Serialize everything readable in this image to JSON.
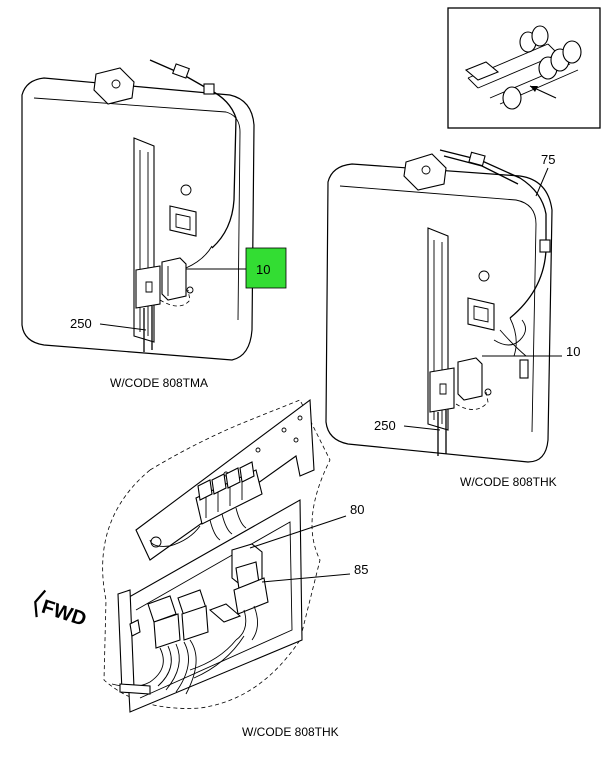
{
  "diagram": {
    "callouts": {
      "top_left_item": "10",
      "top_left_cable": "250",
      "top_right_harness": "75",
      "top_right_item": "10",
      "top_right_cable": "250",
      "bottom_relay": "80",
      "bottom_bracket": "85"
    },
    "captions": {
      "top_left": "W/CODE 808TMA",
      "top_right": "W/CODE 808THK",
      "bottom": "W/CODE 808THK"
    },
    "direction_label": "FWD",
    "highlight_color": "#33dd33"
  }
}
